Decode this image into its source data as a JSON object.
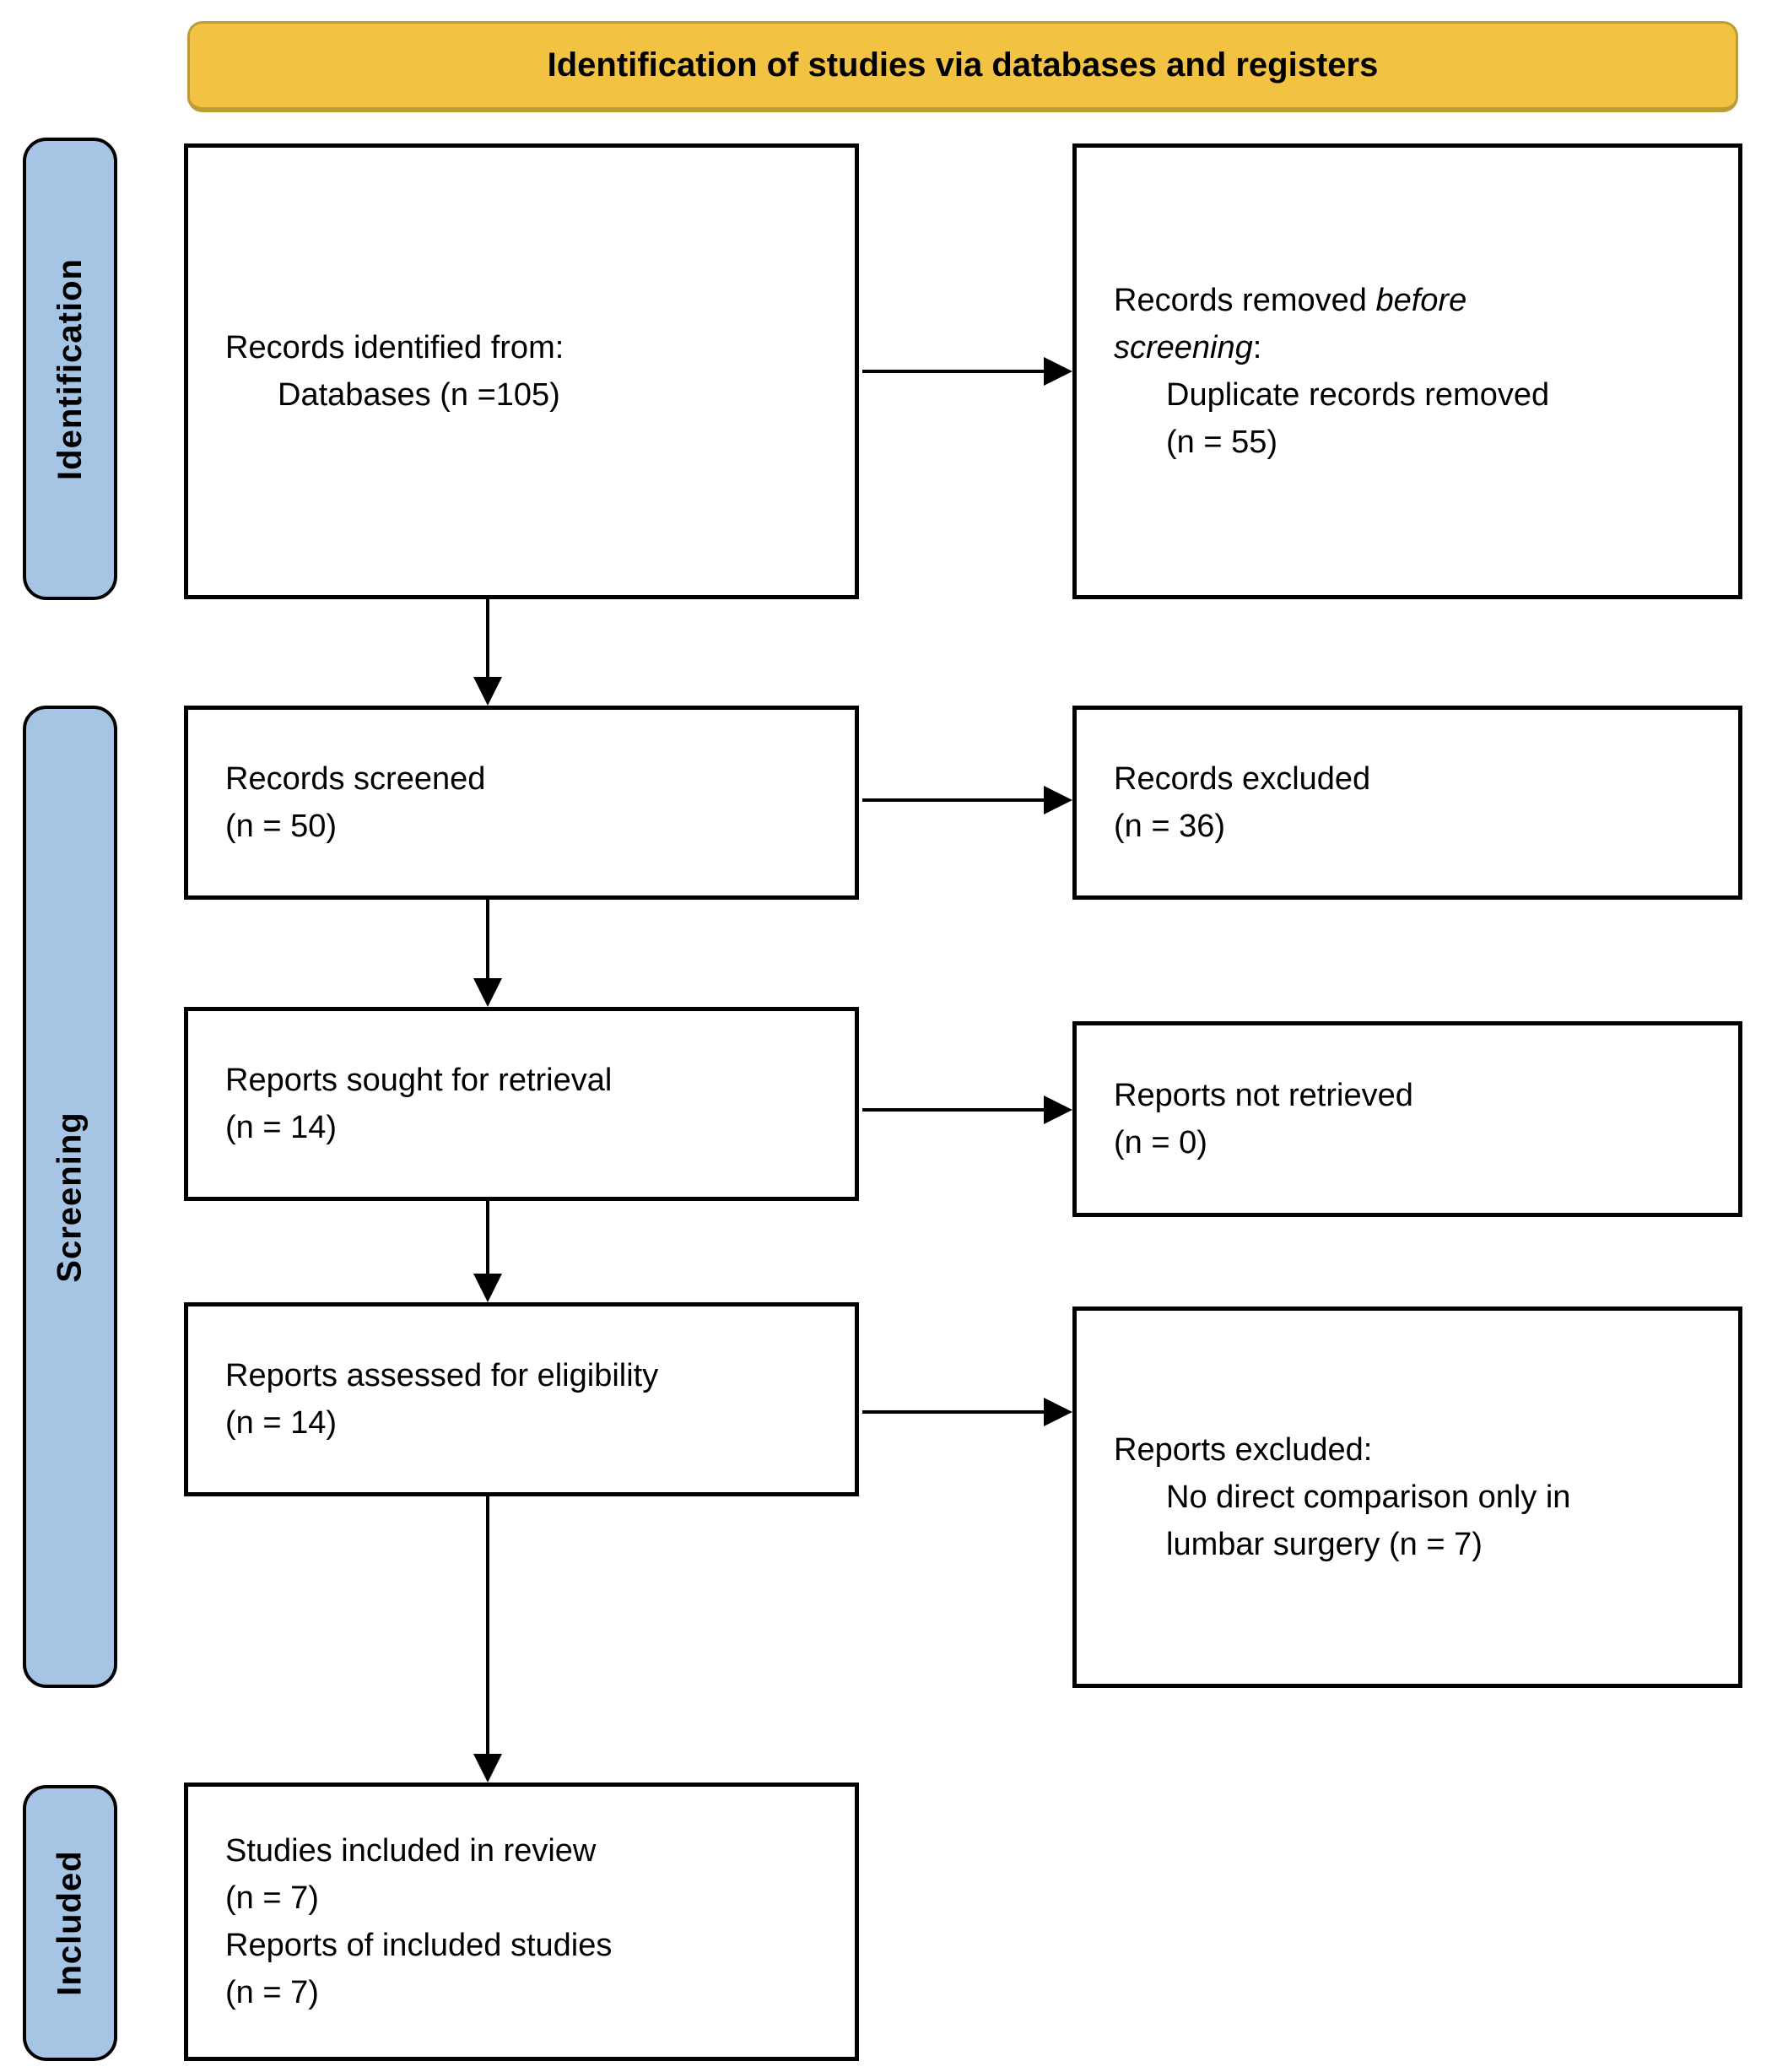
{
  "header": {
    "title": "Identification of studies via databases and registers"
  },
  "stages": {
    "identification": "Identification",
    "screening": "Screening",
    "included": "Included"
  },
  "flow": {
    "records_identified": {
      "line1": "Records identified from:",
      "line2": "Databases (n =105)"
    },
    "records_removed": {
      "line1_regular": "Records removed ",
      "line1_italic": "before",
      "line2_italic": "screening",
      "line2_colon": ":",
      "line3": "Duplicate records removed",
      "line4": "(n = 55)"
    },
    "records_screened": {
      "line1": "Records screened",
      "line2": "(n = 50)"
    },
    "records_excluded": {
      "line1": "Records excluded",
      "line2": "(n = 36)"
    },
    "reports_sought": {
      "line1": "Reports sought for retrieval",
      "line2": "(n = 14)"
    },
    "reports_not_retrieved": {
      "line1": "Reports not retrieved",
      "line2": "(n = 0)"
    },
    "reports_assessed": {
      "line1": "Reports assessed for eligibility",
      "line2": "(n = 14)"
    },
    "reports_excluded": {
      "line1": "Reports excluded:",
      "line2": "No direct comparison only in",
      "line3": "lumbar surgery (n = 7)"
    },
    "studies_included": {
      "line1": "Studies included in review",
      "line2": "(n = 7)",
      "line3": "Reports of included studies",
      "line4": "(n = 7)"
    }
  },
  "colors": {
    "header_fill": "#F2C342",
    "header_border": "#BD9C35",
    "stage_fill": "#A6C4E4",
    "stage_border": "#000000",
    "box_border": "#000000",
    "text_color": "#000000",
    "arrow_color": "#000000"
  }
}
